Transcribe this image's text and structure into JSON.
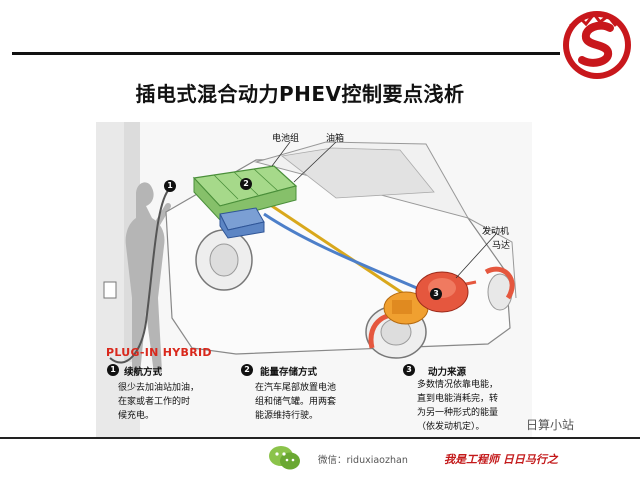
{
  "title": "插电式混合动力PHEV控制要点浅析",
  "labels": {
    "battery": "电池组",
    "fuel_tank": "油箱",
    "engine": "发动机",
    "motor": "马达",
    "plugin_hybrid": "PLUG-IN HYBRID"
  },
  "markers": [
    "1",
    "2",
    "3"
  ],
  "features": [
    {
      "num": "1",
      "title": "续航方式",
      "lines": [
        "很少去加油站加油，",
        "在家或者工作的时",
        "候充电。"
      ]
    },
    {
      "num": "2",
      "title": "能量存储方式",
      "lines": [
        "在汽车尾部放置电池",
        "组和储气罐。用两套",
        "能源维持行驶。"
      ]
    },
    {
      "num": "3",
      "title": "动力来源",
      "lines": [
        "多数情况依靠电能，",
        "直到电能消耗完，转",
        "为另一种形式的能量",
        "（依发动机定）。"
      ]
    }
  ],
  "footer": {
    "wechat": "微信：riduxiaozhan",
    "slogan": "我是工程师 日日马行之",
    "corner": "日算小站"
  },
  "colors": {
    "accent": "#d9281c",
    "battery": "#a6d98a",
    "fuel_tank": "#7b9fd4",
    "engine": "#e5573e",
    "motor": "#f0a030"
  }
}
